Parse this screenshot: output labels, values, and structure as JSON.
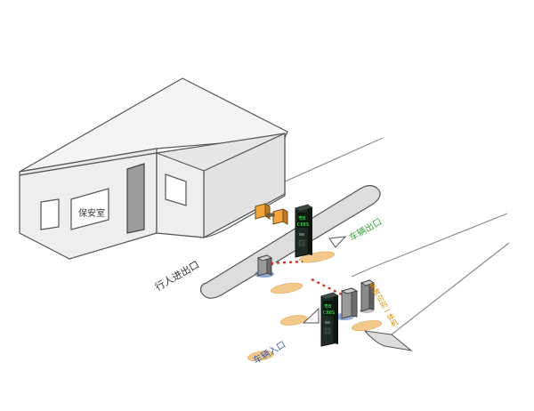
{
  "labels": {
    "guard_room": "保安室",
    "pedestrian_gate": "行人进出口",
    "vehicle_exit": "车辆出口",
    "vehicle_entry": "车辆入口",
    "plate_camera": "车牌识别一体机"
  },
  "displays": {
    "top_line1": "粤B",
    "top_line2": "C88S",
    "bottom_line1": "粤B",
    "bottom_line2": "C88S"
  },
  "colors": {
    "outline": "#555555",
    "wall": "#eeeeee",
    "wall_side": "#e4e4e4",
    "island": "#dddddd",
    "footprint": "#f2c98a",
    "sign_text": "#333333",
    "green_text": "#3aa03a",
    "orange_text": "#e08a00",
    "blue_text": "#3a5aa8",
    "kiosk": "#1e2a24",
    "screen_text": "#3cff5a",
    "barrier_stripe": "#cc2a2a"
  },
  "icons": {
    "exit_arrow": "triangle-arrow-icon",
    "entry_arrow": "triangle-arrow-icon"
  }
}
